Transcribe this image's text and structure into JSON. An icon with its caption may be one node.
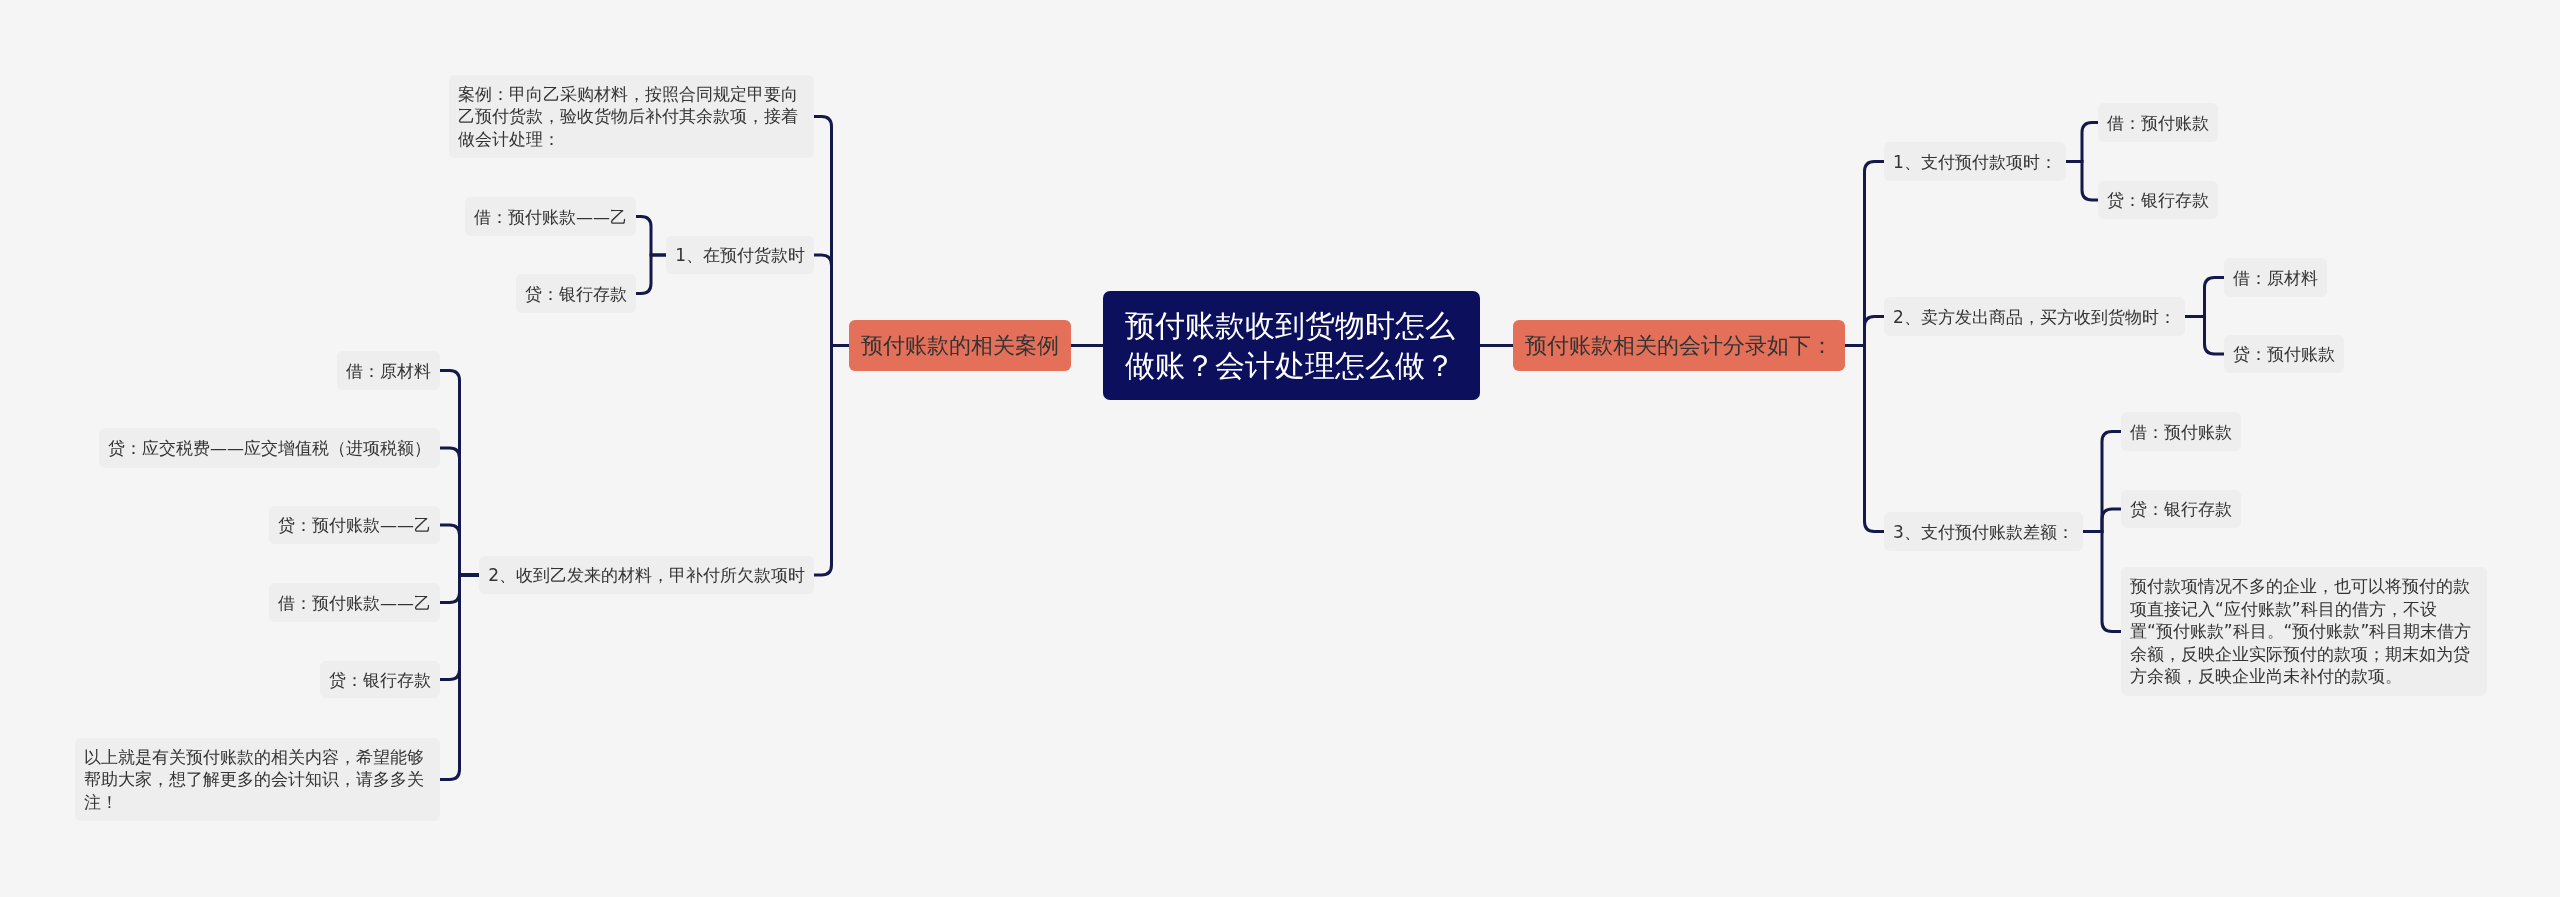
{
  "diagram": {
    "nodes": [
      {
        "text": [
          "预付账款收到货物时怎么做账？会计处理怎么做？"
        ]
      },
      {
        "text": [
          "预付账款的相关案例"
        ]
      },
      {
        "text": [
          "案例：甲向乙采购材料，按照合同规定甲要向乙预付货款，验收货物后补付其余款项，接着做会计处理："
        ]
      },
      {
        "text": [
          "1、在预付货款时"
        ]
      },
      {
        "text": [
          "借：预付账款——乙"
        ]
      },
      {
        "text": [
          "贷：银行存款"
        ]
      },
      {
        "text": [
          "2、收到乙发来的材料，甲补付所欠款项时"
        ]
      },
      {
        "text": [
          "借：原材料"
        ]
      },
      {
        "text": [
          "贷：应交税费——应交增值税（进项税额）"
        ]
      },
      {
        "text": [
          "贷：预付账款——乙"
        ]
      },
      {
        "text": [
          "借：预付账款——乙"
        ]
      },
      {
        "text": [
          "贷：银行存款"
        ]
      },
      {
        "text": [
          "以上就是有关预付账款的相关内容，希望能够帮助大家，想了解更多的会计知识，请多多关注！"
        ]
      },
      {
        "text": [
          "预付账款相关的会计分录如下："
        ]
      },
      {
        "text": [
          "1、支付预付款项时："
        ]
      },
      {
        "text": [
          "借：预付账款"
        ]
      },
      {
        "text": [
          "贷：银行存款"
        ]
      },
      {
        "text": [
          "2、卖方发出商品，买方收到货物时："
        ]
      },
      {
        "text": [
          "借：原材料"
        ]
      },
      {
        "text": [
          "贷：预付账款"
        ]
      },
      {
        "text": [
          "3、支付预付账款差额："
        ]
      },
      {
        "text": [
          "借：预付账款"
        ]
      },
      {
        "text": [
          "贷：银行存款"
        ]
      },
      {
        "text": [
          "预付款项情况不多的企业，也可以将预付的款项直接记入“应付账款”科目的借方，不设置“预付账款”科目。“预付账款”科目期末借方余额，反映企业实际预付的款项；期末如为贷方余额，反映企业尚未补付的款项。"
        ]
      }
    ],
    "edges": [
      {
        "from": 0,
        "to": 1,
        "arrow": "none"
      },
      {
        "from": 1,
        "to": 2,
        "arrow": "none"
      },
      {
        "from": 1,
        "to": 3,
        "arrow": "none"
      },
      {
        "from": 3,
        "to": 4,
        "arrow": "none"
      },
      {
        "from": 3,
        "to": 5,
        "arrow": "none"
      },
      {
        "from": 1,
        "to": 6,
        "arrow": "none"
      },
      {
        "from": 6,
        "to": 7,
        "arrow": "none"
      },
      {
        "from": 6,
        "to": 8,
        "arrow": "none"
      },
      {
        "from": 6,
        "to": 9,
        "arrow": "none"
      },
      {
        "from": 6,
        "to": 10,
        "arrow": "none"
      },
      {
        "from": 6,
        "to": 11,
        "arrow": "none"
      },
      {
        "from": 6,
        "to": 12,
        "arrow": "none"
      },
      {
        "from": 0,
        "to": 13,
        "arrow": "none"
      },
      {
        "from": 13,
        "to": 14,
        "arrow": "none"
      },
      {
        "from": 14,
        "to": 15,
        "arrow": "none"
      },
      {
        "from": 14,
        "to": 16,
        "arrow": "none"
      },
      {
        "from": 13,
        "to": 17,
        "arrow": "none"
      },
      {
        "from": 17,
        "to": 18,
        "arrow": "none"
      },
      {
        "from": 17,
        "to": 19,
        "arrow": "none"
      },
      {
        "from": 13,
        "to": 20,
        "arrow": "none"
      },
      {
        "from": 20,
        "to": 21,
        "arrow": "none"
      },
      {
        "from": 20,
        "to": 22,
        "arrow": "none"
      },
      {
        "from": 20,
        "to": 23,
        "arrow": "none"
      }
    ]
  }
}
